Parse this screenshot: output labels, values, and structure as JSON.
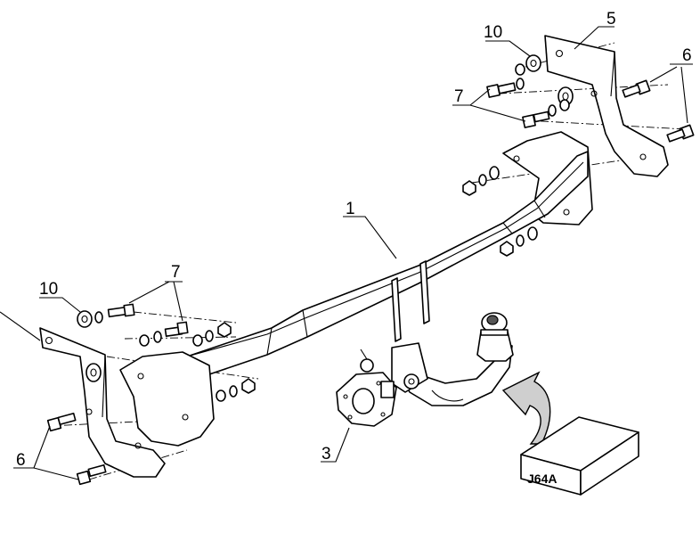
{
  "diagram": {
    "callouts": {
      "main_bar": "1",
      "socket_plate": "3",
      "bracket_right": "5",
      "bolts_right": "6",
      "bolts_left": "6",
      "screws_right": "7",
      "screws_left": "7",
      "washer_right": "10",
      "washer_left": "10"
    },
    "box_label": "J64A"
  }
}
